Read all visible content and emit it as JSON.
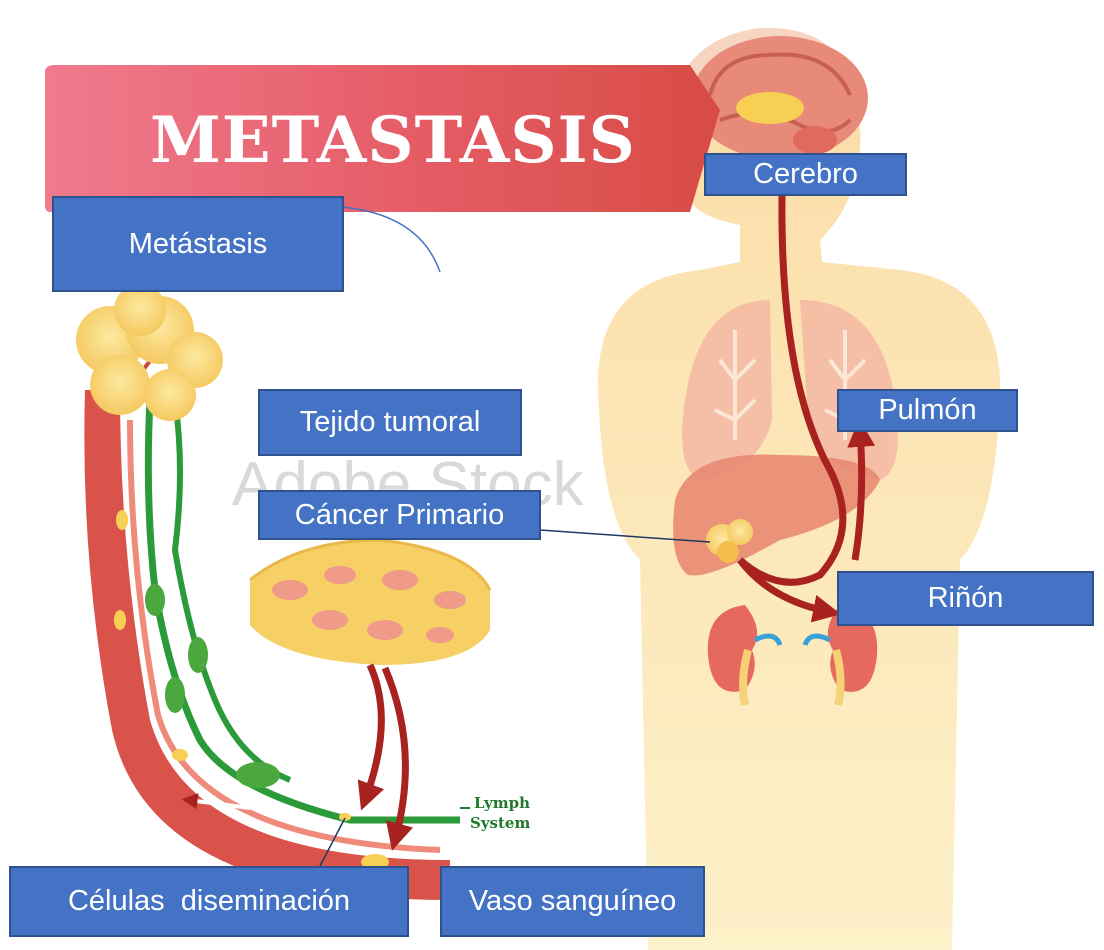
{
  "title": "METASTASIS",
  "watermark": "Adobe Stock",
  "lymph_label": {
    "line1": "Lymph",
    "line2": "System"
  },
  "labels": {
    "metastasis": "Metástasis",
    "cerebro": "Cerebro",
    "tejido": "Tejido tumoral",
    "cancer": "Cáncer Primario",
    "pulmon": "Pulmón",
    "rinon": "Riñón",
    "celulas": "Células  diseminación",
    "vaso": "Vaso sanguíneo"
  },
  "colors": {
    "label_fill": "#4472c4",
    "label_border": "#2f528f",
    "banner": "#e0555e",
    "artery": "#d9534a",
    "arrow": "#a8231f",
    "lymph": "#2a9a3a",
    "body": "#fbe3ad",
    "tumor": "#f6cf65"
  }
}
